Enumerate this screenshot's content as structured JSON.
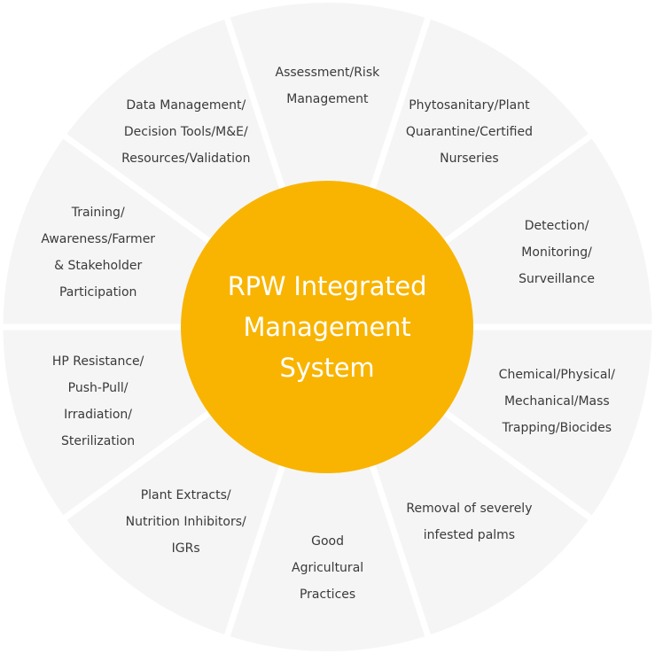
{
  "colors": {
    "segment_fill": "#f5f5f5",
    "divider": "#ffffff",
    "hub_fill": "#f8b400",
    "label_text": "#3a3a3a",
    "hub_text": "#ffffff"
  },
  "center": {
    "lines": [
      "RPW Integrated",
      "Management",
      "System"
    ]
  },
  "segments": [
    {
      "lines": [
        "Assessment/Risk",
        "Management"
      ]
    },
    {
      "lines": [
        "Phytosanitary/Plant",
        "Quarantine/Certified",
        "Nurseries"
      ]
    },
    {
      "lines": [
        "Detection/",
        "Monitoring/",
        "Surveillance"
      ]
    },
    {
      "lines": [
        "Chemical/Physical/",
        "Mechanical/Mass",
        "Trapping/Biocides"
      ]
    },
    {
      "lines": [
        "Removal of severely",
        "infested palms"
      ]
    },
    {
      "lines": [
        "Good",
        "Agricultural",
        "Practices"
      ]
    },
    {
      "lines": [
        "Plant Extracts/",
        "Nutrition Inhibitors/",
        "IGRs"
      ]
    },
    {
      "lines": [
        "HP Resistance/",
        "Push-Pull/",
        "Irradiation/",
        "Sterilization"
      ]
    },
    {
      "lines": [
        "Training/",
        "Awareness/Farmer",
        "& Stakeholder",
        "Participation"
      ]
    },
    {
      "lines": [
        "Data Management/",
        "Decision Tools/M&E/",
        "Resources/Validation"
      ]
    }
  ]
}
